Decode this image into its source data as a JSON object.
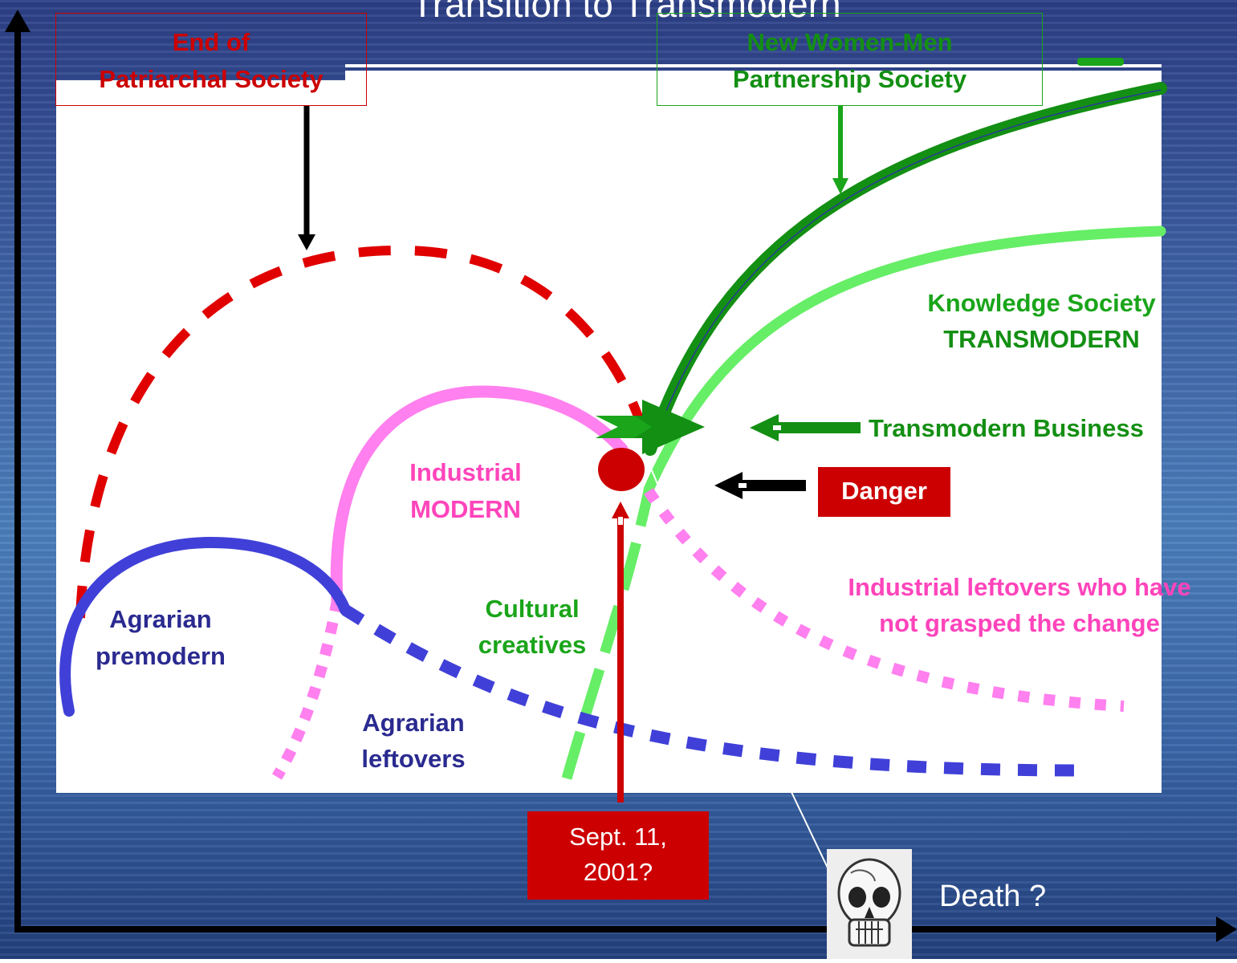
{
  "title": "Transition to Transmodern",
  "labels": {
    "end_patriarchal": [
      "End of",
      "Patriarchal Society"
    ],
    "partnership": [
      "New Women-Men",
      "Partnership Society"
    ],
    "knowledge": [
      "Knowledge Society",
      "TRANSMODERN"
    ],
    "transmodern_business": "Transmodern Business",
    "danger": "Danger",
    "industrial_modern": [
      "Industrial",
      "MODERN"
    ],
    "industrial_leftovers": [
      "Industrial leftovers who have",
      "not grasped the change"
    ],
    "agrarian_premodern": [
      "Agrarian",
      "premodern"
    ],
    "cultural_creatives": [
      "Cultural",
      "creatives"
    ],
    "agrarian_leftovers": [
      "Agrarian",
      "leftovers"
    ],
    "sept11": [
      "Sept. 11,",
      "2001?"
    ],
    "death": "Death ?"
  },
  "colors": {
    "red": "#e00000",
    "dark_red": "#cc0000",
    "dark_green": "#138f13",
    "light_green": "#66ee66",
    "text_green": "#1aa51a",
    "pink": "#ff80ee",
    "pink_text": "#ff44bb",
    "blue": "#4040d8",
    "navy_text": "#2a2a90",
    "black": "#000000"
  },
  "icons": [
    "skull-icon"
  ]
}
